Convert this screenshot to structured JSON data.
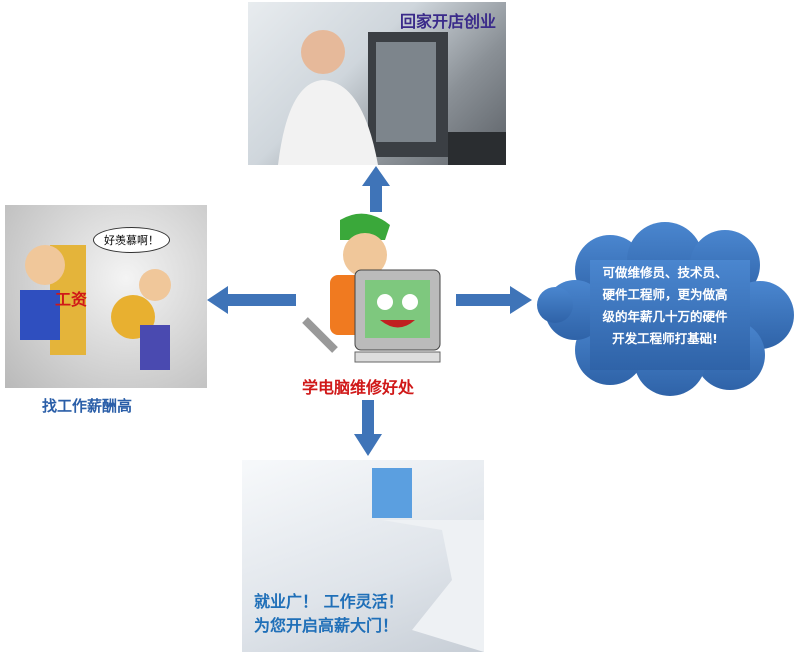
{
  "top": {
    "title": "回家开店创业"
  },
  "left": {
    "speech": "好羡慕啊！",
    "coin_text": "工资",
    "label": "找工作薪酬高"
  },
  "center": {
    "caption": "学电脑维修好处"
  },
  "right": {
    "cloud_lines": [
      "可做维修员、技术员、",
      "硬件工程师，更为做高",
      "级的年薪几十万的硬件",
      "开发工程师打基础!"
    ]
  },
  "bottom": {
    "lines": [
      "就业广！ 工作灵活！",
      "为您开启高薪大门！"
    ]
  },
  "colors": {
    "arrow": "#3f74b8",
    "cloud": "#3d74bd",
    "caption": "#d01818"
  }
}
